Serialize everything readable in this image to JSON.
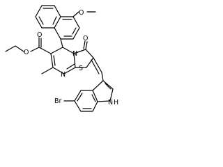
{
  "structure": {
    "atom_labels": {
      "methoxy_o": "O",
      "methoxy_me": "—",
      "ester_o_dbl": "O",
      "ester_o": "O",
      "ketone_o": "O",
      "n_ring": "N",
      "s_ring": "S",
      "n_pyr": "N",
      "bromine": "Br",
      "indole_n": "N",
      "indole_h": "H"
    },
    "line_color": "#000000"
  }
}
